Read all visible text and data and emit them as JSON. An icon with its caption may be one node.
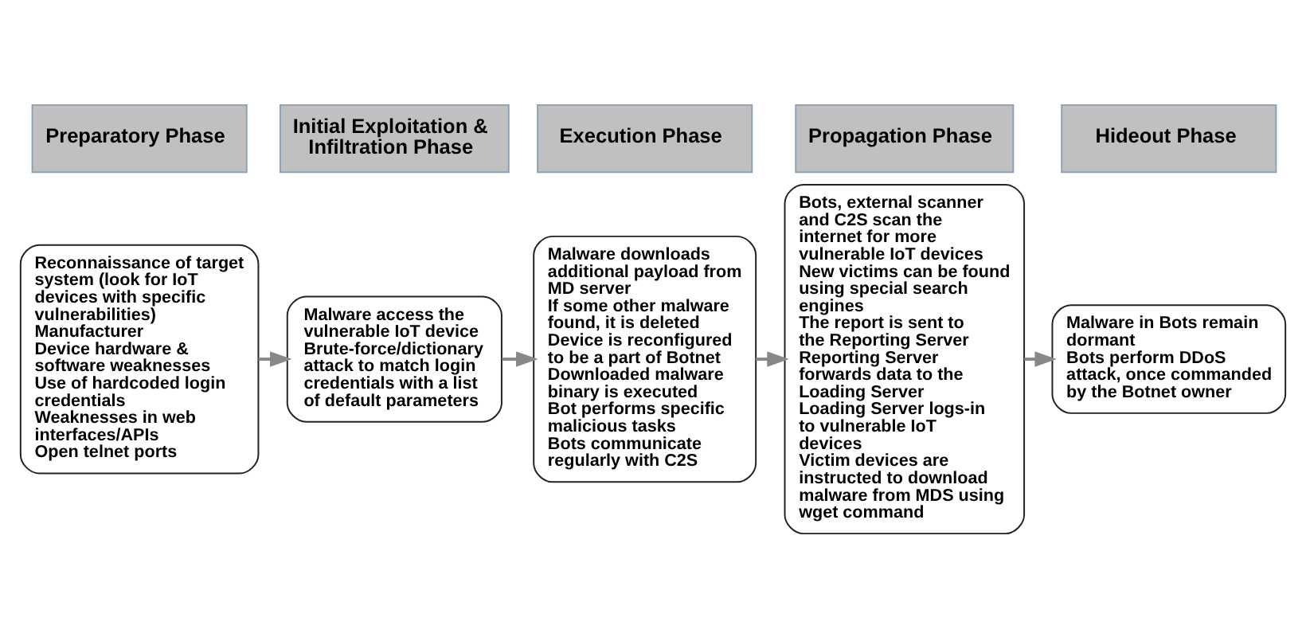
{
  "diagram": {
    "nodes": [
      {
        "text": [
          "Preparatory Phase"
        ]
      },
      {
        "text": [
          "Reconnaissance of target system (look for IoT devices with specific vulnerabilities)",
          "Manufacturer",
          "Device hardware & software weaknesses",
          "Use of hardcoded login credentials",
          "Weaknesses in web interfaces/APIs",
          "Open telnet ports"
        ]
      },
      {
        "text": [
          "Initial Exploitation & Infiltration Phase"
        ]
      },
      {
        "text": [
          "Malware access the vulnerable IoT device",
          "Brute-force/dictionary attack to match login credentials with a list of default parameters"
        ]
      },
      {
        "text": [
          "Execution Phase"
        ]
      },
      {
        "text": [
          "Malware downloads additional payload from MD server",
          "If some other malware found, it is deleted",
          "Device is reconfigured to be a part of Botnet",
          "Downloaded malware binary is executed",
          "Bot performs specific malicious tasks",
          "Bots communicate regularly with C2S"
        ]
      },
      {
        "text": [
          "Propagation Phase"
        ]
      },
      {
        "text": [
          "Bots, external scanner and C2S scan the internet for more vulnerable IoT devices",
          "New victims can be found using special search engines",
          "The report is sent to the Reporting Server",
          "Reporting Server forwards data to the Loading Server",
          "Loading Server logs-in to vulnerable IoT devices",
          "Victim devices are instructed to download malware from MDS using wget command"
        ]
      },
      {
        "text": [
          "Hideout Phase"
        ]
      },
      {
        "text": [
          "Malware in Bots remain dormant",
          "Bots perform DDoS attack, once commanded by the Botnet owner"
        ]
      }
    ],
    "edges": [
      {
        "from": 1,
        "to": 3,
        "arrow": "to"
      },
      {
        "from": 3,
        "to": 5,
        "arrow": "to"
      },
      {
        "from": 5,
        "to": 7,
        "arrow": "to"
      },
      {
        "from": 7,
        "to": 9,
        "arrow": "to"
      }
    ]
  }
}
